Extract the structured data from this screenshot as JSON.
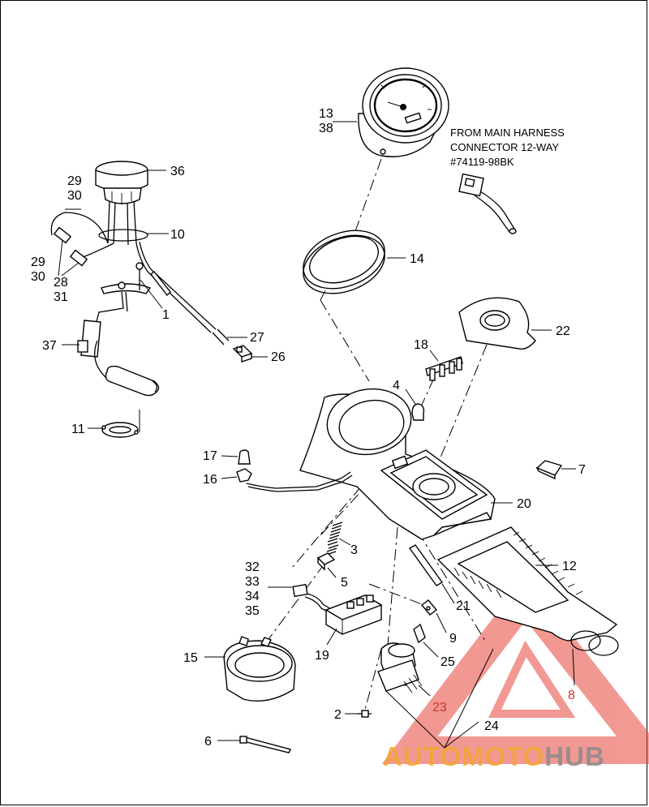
{
  "note": {
    "line1": "FROM MAIN HARNESS",
    "line2": "CONNECTOR 12-WAY",
    "line3": "#74119-98BK"
  },
  "callouts": {
    "c13": "13",
    "c38": "38",
    "c36": "36",
    "c29a": "29",
    "c30a": "30",
    "c10": "10",
    "c29b": "29",
    "c30b": "30",
    "c28": "28",
    "c31": "31",
    "c1": "1",
    "c27": "27",
    "c26": "26",
    "c37": "37",
    "c11": "11",
    "c14": "14",
    "c22": "22",
    "c18": "18",
    "c4": "4",
    "c17": "17",
    "c16": "16",
    "c7": "7",
    "c20": "20",
    "c3": "3",
    "c12": "12",
    "c32": "32",
    "c33": "33",
    "c34": "34",
    "c35": "35",
    "c5": "5",
    "c21": "21",
    "c9": "9",
    "c25": "25",
    "c19": "19",
    "c15": "15",
    "c8": "8",
    "c23": "23",
    "c2": "2",
    "c24": "24",
    "c6": "6"
  },
  "watermark": {
    "auto": "AUTO",
    "moto": "MOTO",
    "hub": "HUB"
  },
  "colors": {
    "watermark_red": "#e8453c",
    "watermark_orange": "#f3a531",
    "watermark_gray": "#8a8a8a",
    "line": "#000000"
  }
}
